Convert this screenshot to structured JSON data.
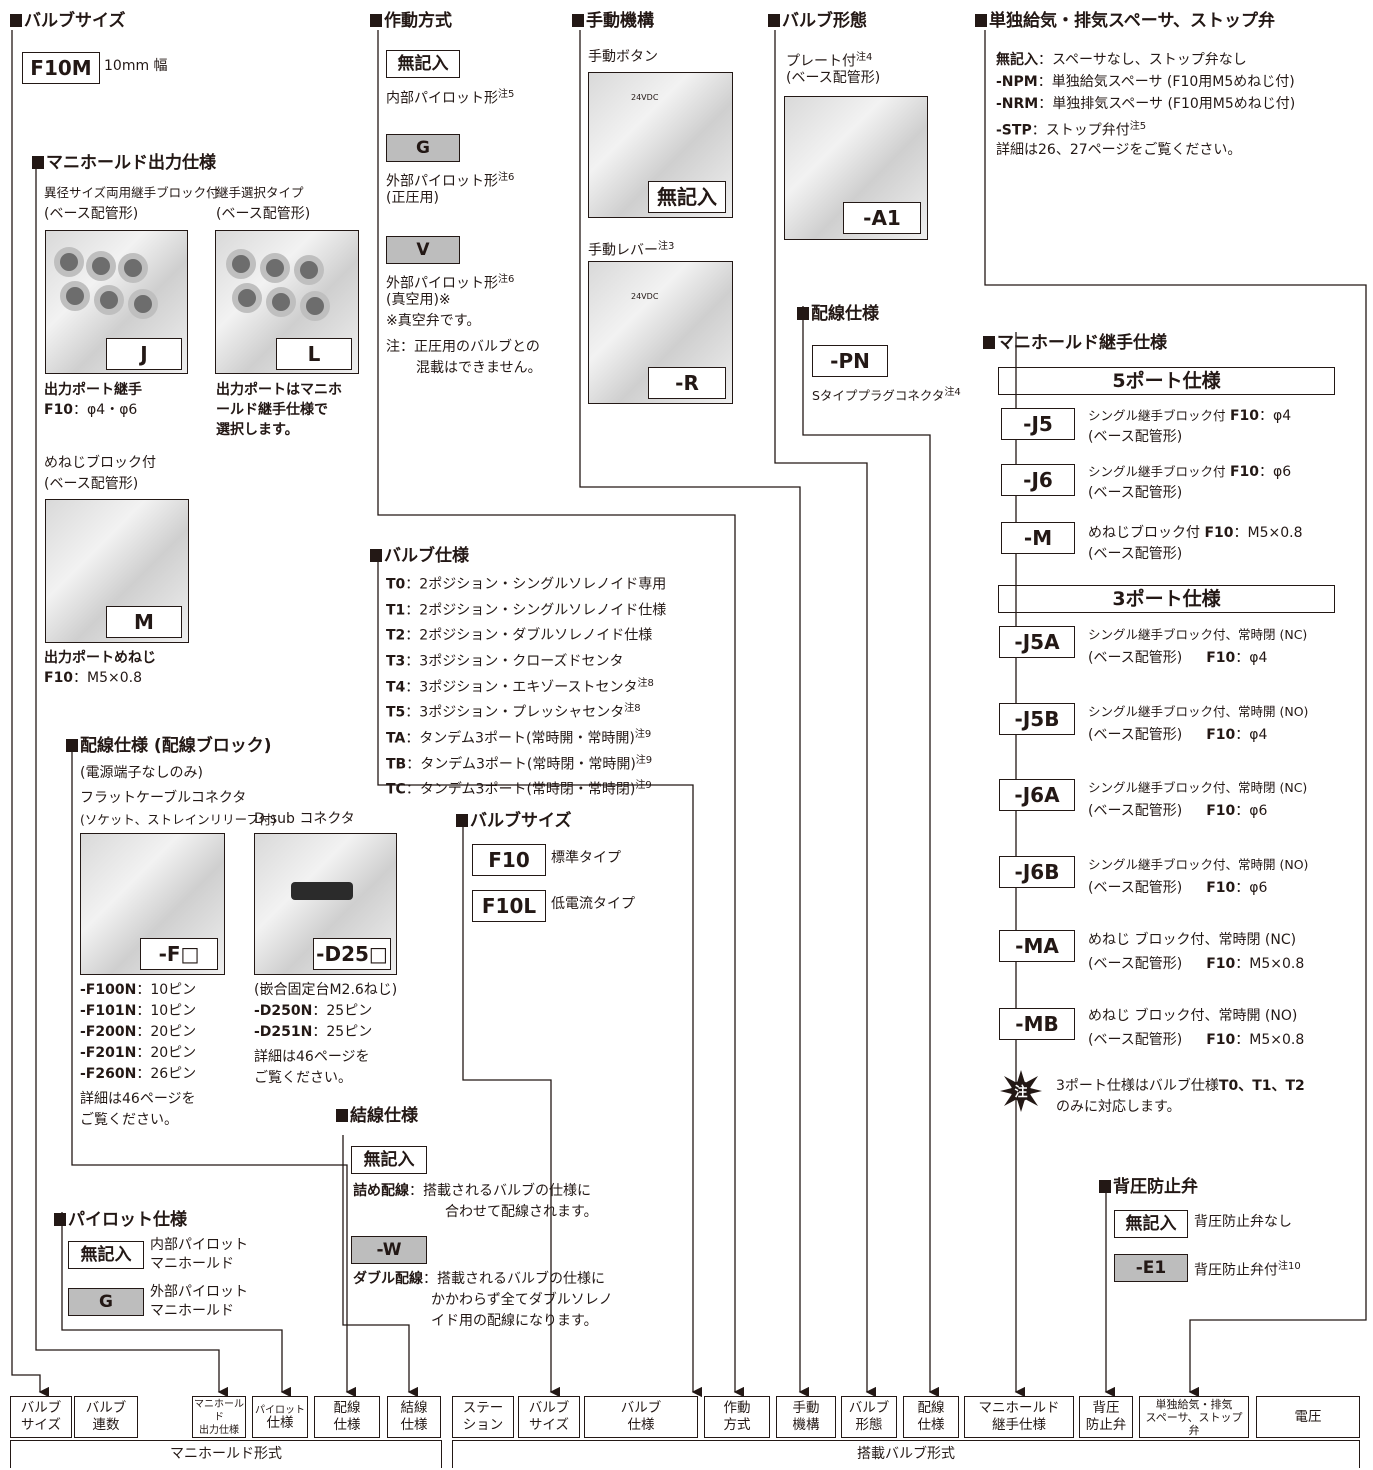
{
  "valve_size_top": {
    "title": "バルブサイズ",
    "code": "F10M",
    "desc": "10mm 幅"
  },
  "manifold_output": {
    "title": "マニホールド出力仕様",
    "j_label": "異径サイズ両用継手ブロック付",
    "j_sub": "(ベース配管形)",
    "j_code": "J",
    "j_note1": "出力ポート継手",
    "j_note2_code": "F10",
    "j_note2": "：φ4・φ6",
    "l_label": "継手選択タイプ",
    "l_sub": "(ベース配管形)",
    "l_code": "L",
    "l_note1": "出力ポートはマニホ",
    "l_note2": "ールド継手仕様で",
    "l_note3": "選択します。",
    "m_label": "めねじブロック付",
    "m_sub": "(ベース配管形)",
    "m_code": "M",
    "m_note1": "出力ポートめねじ",
    "m_note2_code": "F10",
    "m_note2": "：M5×0.8"
  },
  "actuation": {
    "title": "作動方式",
    "c1": "無記入",
    "d1": "内部パイロット形",
    "n1": "注5",
    "c2": "G",
    "d2": "外部パイロット形",
    "n2": "注6",
    "d2b": "(正圧用)",
    "c3": "V",
    "d3": "外部パイロット形",
    "n3": "注6",
    "d3b": "(真空用)※",
    "d3c": "※真空弁です。",
    "note1": "注：正圧用のバルブとの",
    "note2": "混載はできません。"
  },
  "manual": {
    "title": "手動機構",
    "button": "手動ボタン",
    "c1": "無記入",
    "lever": "手動レバー",
    "lever_note": "注3",
    "c2": "-R",
    "photo_text": "24VDC"
  },
  "valve_form": {
    "title": "バルブ形態",
    "label": "プレート付",
    "note": "注4",
    "sub": "(ベース配管形)",
    "code": "-A1"
  },
  "spacer": {
    "title": "単独給気・排気スペーサ、ストップ弁",
    "l1_code": "無記入",
    "l1": "：スペーサなし、ストップ弁なし",
    "l2_code": "-NPM",
    "l2": "：単独給気スペーサ (F10用M5めねじ付)",
    "l3_code": "-NRM",
    "l3": "：単独排気スペーサ (F10用M5めねじ付)",
    "l4_code": "-STP",
    "l4": "：ストップ弁付",
    "l4_note": "注5",
    "l5": "詳細は26、27ページをご覧ください。"
  },
  "wiring_top": {
    "title": "配線仕様",
    "code": "-PN",
    "desc": "Sタイププラグコネクタ",
    "note": "注4"
  },
  "manifold_fitting": {
    "title": "マニホールド継手仕様",
    "h5": "5ポート仕様",
    "r1_code": "-J5",
    "r1_a": "シングル継手ブロック付",
    "r1_b": "F10",
    "r1_c": "：φ4",
    "r1_d": "(ベース配管形)",
    "r2_code": "-J6",
    "r2_a": "シングル継手ブロック付",
    "r2_b": "F10",
    "r2_c": "：φ6",
    "r2_d": "(ベース配管形)",
    "r3_code": "-M",
    "r3_a": "めねじブロック付",
    "r3_b": "F10",
    "r3_c": "：M5×0.8",
    "r3_d": "(ベース配管形)",
    "h3": "3ポート仕様",
    "s1_code": "-J5A",
    "s1_a": "シングル継手ブロック付、常時閉 (NC)",
    "s1_d": "(ベース配管形)",
    "s1_b": "F10",
    "s1_c": "：φ4",
    "s2_code": "-J5B",
    "s2_a": "シングル継手ブロック付、常時開 (NO)",
    "s2_d": "(ベース配管形)",
    "s2_b": "F10",
    "s2_c": "：φ4",
    "s3_code": "-J6A",
    "s3_a": "シングル継手ブロック付、常時閉 (NC)",
    "s3_d": "(ベース配管形)",
    "s3_b": "F10",
    "s3_c": "：φ6",
    "s4_code": "-J6B",
    "s4_a": "シングル継手ブロック付、常時開 (NO)",
    "s4_d": "(ベース配管形)",
    "s4_b": "F10",
    "s4_c": "：φ6",
    "s5_code": "-MA",
    "s5_a": "めねじ ブロック付、常時閉 (NC)",
    "s5_d": "(ベース配管形)",
    "s5_b": "F10",
    "s5_c": "：M5×0.8",
    "s6_code": "-MB",
    "s6_a": "めねじ ブロック付、常時開 (NO)",
    "s6_d": "(ベース配管形)",
    "s6_b": "F10",
    "s6_c": "：M5×0.8",
    "note_icon": "注",
    "note1": "3ポート仕様はバルブ仕様",
    "note1_b": "T0、T1、T2",
    "note2": "のみに対応します。"
  },
  "valve_spec": {
    "title": "バルブ仕様",
    "items": [
      {
        "code": "T0",
        "text": "：2ポジション・シングルソレノイド専用",
        "note": ""
      },
      {
        "code": "T1",
        "text": "：2ポジション・シングルソレノイド仕様",
        "note": ""
      },
      {
        "code": "T2",
        "text": "：2ポジション・ダブルソレノイド仕様",
        "note": ""
      },
      {
        "code": "T3",
        "text": "：3ポジション・クローズドセンタ",
        "note": ""
      },
      {
        "code": "T4",
        "text": "：3ポジション・エキゾーストセンタ",
        "note": "注8"
      },
      {
        "code": "T5",
        "text": "：3ポジション・プレッシャセンタ",
        "note": "注8"
      },
      {
        "code": "TA",
        "text": "：タンデム3ポート(常時開・常時開)",
        "note": "注9"
      },
      {
        "code": "TB",
        "text": "：タンデム3ポート(常時閉・常時開)",
        "note": "注9"
      },
      {
        "code": "TC",
        "text": "：タンデム3ポート(常時閉・常時閉)",
        "note": "注9"
      }
    ]
  },
  "wiring_block": {
    "title": "配線仕様 (配線ブロック)",
    "sub": "(電源端子なしのみ)",
    "flat_label": "フラットケーブルコネクタ",
    "flat_sub": "(ソケット、ストレインリリーフ付)",
    "dsub_label": "D-sub コネクタ",
    "f_code": "-F□",
    "d_code": "-D25□",
    "f_items": [
      [
        "-F100N",
        "：10ピン"
      ],
      [
        "-F101N",
        "：10ピン"
      ],
      [
        "-F200N",
        "：20ピン"
      ],
      [
        "-F201N",
        "：20ピン"
      ],
      [
        "-F260N",
        "：26ピン"
      ]
    ],
    "f_more1": "詳細は46ページを",
    "f_more2": "ご覧ください。",
    "d_sub": "(嵌合固定台M2.6ねじ)",
    "d_items": [
      [
        "-D250N",
        "：25ピン"
      ],
      [
        "-D251N",
        "：25ピン"
      ]
    ],
    "d_more1": "詳細は46ページを",
    "d_more2": "ご覧ください。"
  },
  "valve_size_mid": {
    "title": "バルブサイズ",
    "c1": "F10",
    "d1": "標準タイプ",
    "c2": "F10L",
    "d2": "低電流タイプ"
  },
  "binding": {
    "title": "結線仕様",
    "c1": "無記入",
    "l1_code": "詰め配線",
    "l1": "：搭載されるバルブの仕様に",
    "l1b": "合わせて配線されます。",
    "c2": "-W",
    "l2_code": "ダブル配線",
    "l2": "：搭載されるバルブの仕様に",
    "l2b": "かかわらず全てダブルソレノ",
    "l2c": "イド用の配線になります。"
  },
  "pilot": {
    "title": "パイロット仕様",
    "c1": "無記入",
    "d1a": "内部パイロット",
    "d1b": "マニホールド",
    "c2": "G",
    "d2a": "外部パイロット",
    "d2b": "マニホールド"
  },
  "backpressure": {
    "title": "背圧防止弁",
    "c1": "無記入",
    "d1": "背圧防止弁なし",
    "c2": "-E1",
    "d2": "背圧防止弁付",
    "n2": "注10"
  },
  "bottom": {
    "cells": [
      [
        "バルブ",
        "サイズ"
      ],
      [
        "バルブ",
        "連数"
      ],
      [
        "マニホールド",
        "出力仕様"
      ],
      [
        "パイロット",
        "仕様"
      ],
      [
        "配線",
        "仕様"
      ],
      [
        "結線",
        "仕様"
      ],
      [
        "ステー",
        "ション"
      ],
      [
        "バルブ",
        "サイズ"
      ],
      [
        "バルブ",
        "仕様"
      ],
      [
        "作動",
        "方式"
      ],
      [
        "手動",
        "機構"
      ],
      [
        "バルブ",
        "形態"
      ],
      [
        "配線",
        "仕様"
      ],
      [
        "マニホールド",
        "継手仕様"
      ],
      [
        "背圧",
        "防止弁"
      ],
      [
        "単独給気・排気",
        "スペーサ、ストップ弁"
      ],
      [
        "電圧",
        ""
      ]
    ],
    "left_label": "マニホールド形式",
    "right_label": "搭載バルブ形式"
  }
}
